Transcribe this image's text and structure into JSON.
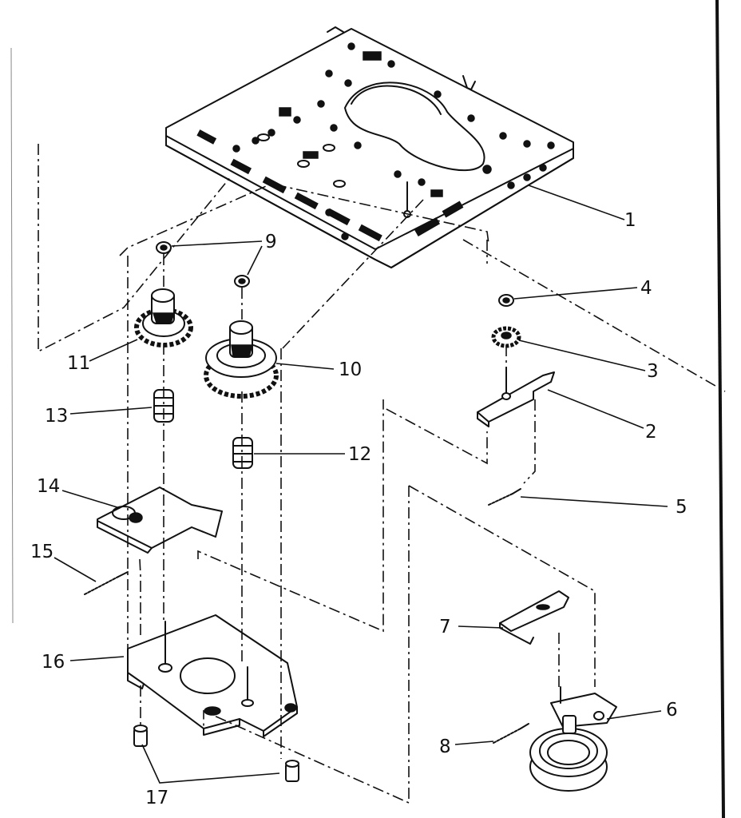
{
  "callouts": {
    "c1": "1",
    "c2": "2",
    "c3": "3",
    "c4": "4",
    "c5": "5",
    "c6": "6",
    "c7": "7",
    "c8": "8",
    "c9": "9",
    "c10": "10",
    "c11": "11",
    "c12": "12",
    "c13": "13",
    "c14": "14",
    "c15": "15",
    "c16": "16",
    "c17": "17"
  },
  "parts": [
    {
      "id": 1,
      "icon": "chassis-plate-icon"
    },
    {
      "id": 2,
      "icon": "lever-bracket-icon"
    },
    {
      "id": 3,
      "icon": "small-gear-icon"
    },
    {
      "id": 4,
      "icon": "washer-icon"
    },
    {
      "id": 5,
      "icon": "spring-icon"
    },
    {
      "id": 6,
      "icon": "pulley-assembly-icon"
    },
    {
      "id": 7,
      "icon": "arm-lever-icon"
    },
    {
      "id": 8,
      "icon": "spring-icon"
    },
    {
      "id": 9,
      "icon": "washer-icon"
    },
    {
      "id": 10,
      "icon": "reel-gear-icon"
    },
    {
      "id": 11,
      "icon": "reel-gear-icon"
    },
    {
      "id": 12,
      "icon": "coil-spring-icon"
    },
    {
      "id": 13,
      "icon": "coil-spring-icon"
    },
    {
      "id": 14,
      "icon": "brake-plate-icon"
    },
    {
      "id": 15,
      "icon": "spring-icon"
    },
    {
      "id": 16,
      "icon": "sub-chassis-icon"
    },
    {
      "id": 17,
      "icon": "screw-icon"
    }
  ]
}
